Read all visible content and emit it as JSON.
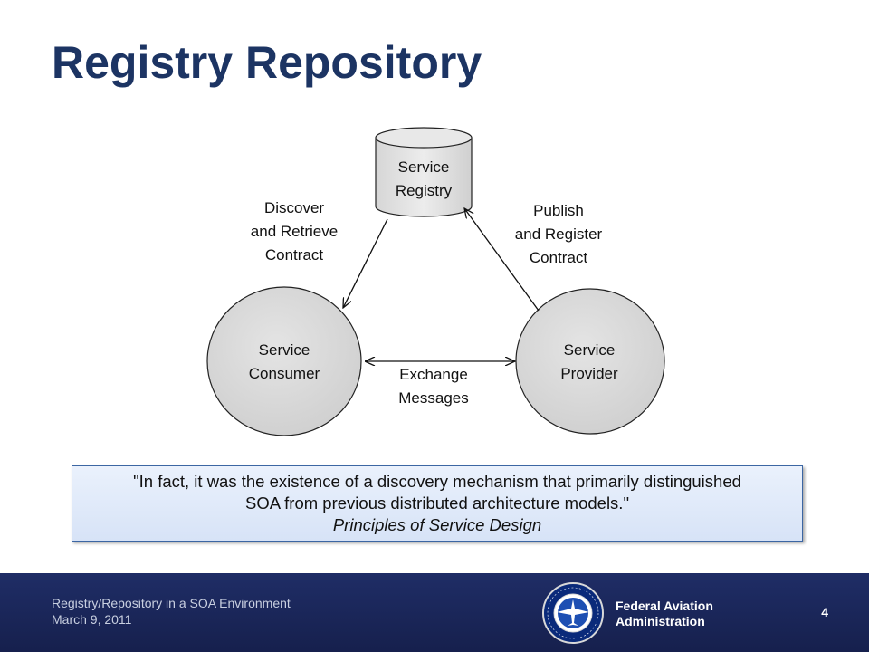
{
  "slide": {
    "title": "Registry Repository"
  },
  "diagram": {
    "registry": [
      "Service",
      "Registry"
    ],
    "consumer": [
      "Service",
      "Consumer"
    ],
    "provider": [
      "Service",
      "Provider"
    ],
    "discover": [
      "Discover",
      "and Retrieve",
      "Contract"
    ],
    "publish": [
      "Publish",
      "and Register",
      "Contract"
    ],
    "exchange": [
      "Exchange",
      "Messages"
    ]
  },
  "quote": {
    "line1": "\"In fact, it was the existence of a discovery mechanism that primarily distinguished",
    "line2": "SOA from previous distributed architecture models.\"",
    "citation": "Principles of Service Design"
  },
  "footer": {
    "presentation": "Registry/Repository in a SOA Environment",
    "date": "March 9, 2011",
    "page": "4",
    "agency": [
      "Federal Aviation",
      "Administration"
    ],
    "seal_text": "FEDERAL AVIATION ADMINISTRATION"
  },
  "colors": {
    "title": "#1c3463",
    "footer_bg": "#1f2d66",
    "quote_border": "#3c66a3"
  }
}
